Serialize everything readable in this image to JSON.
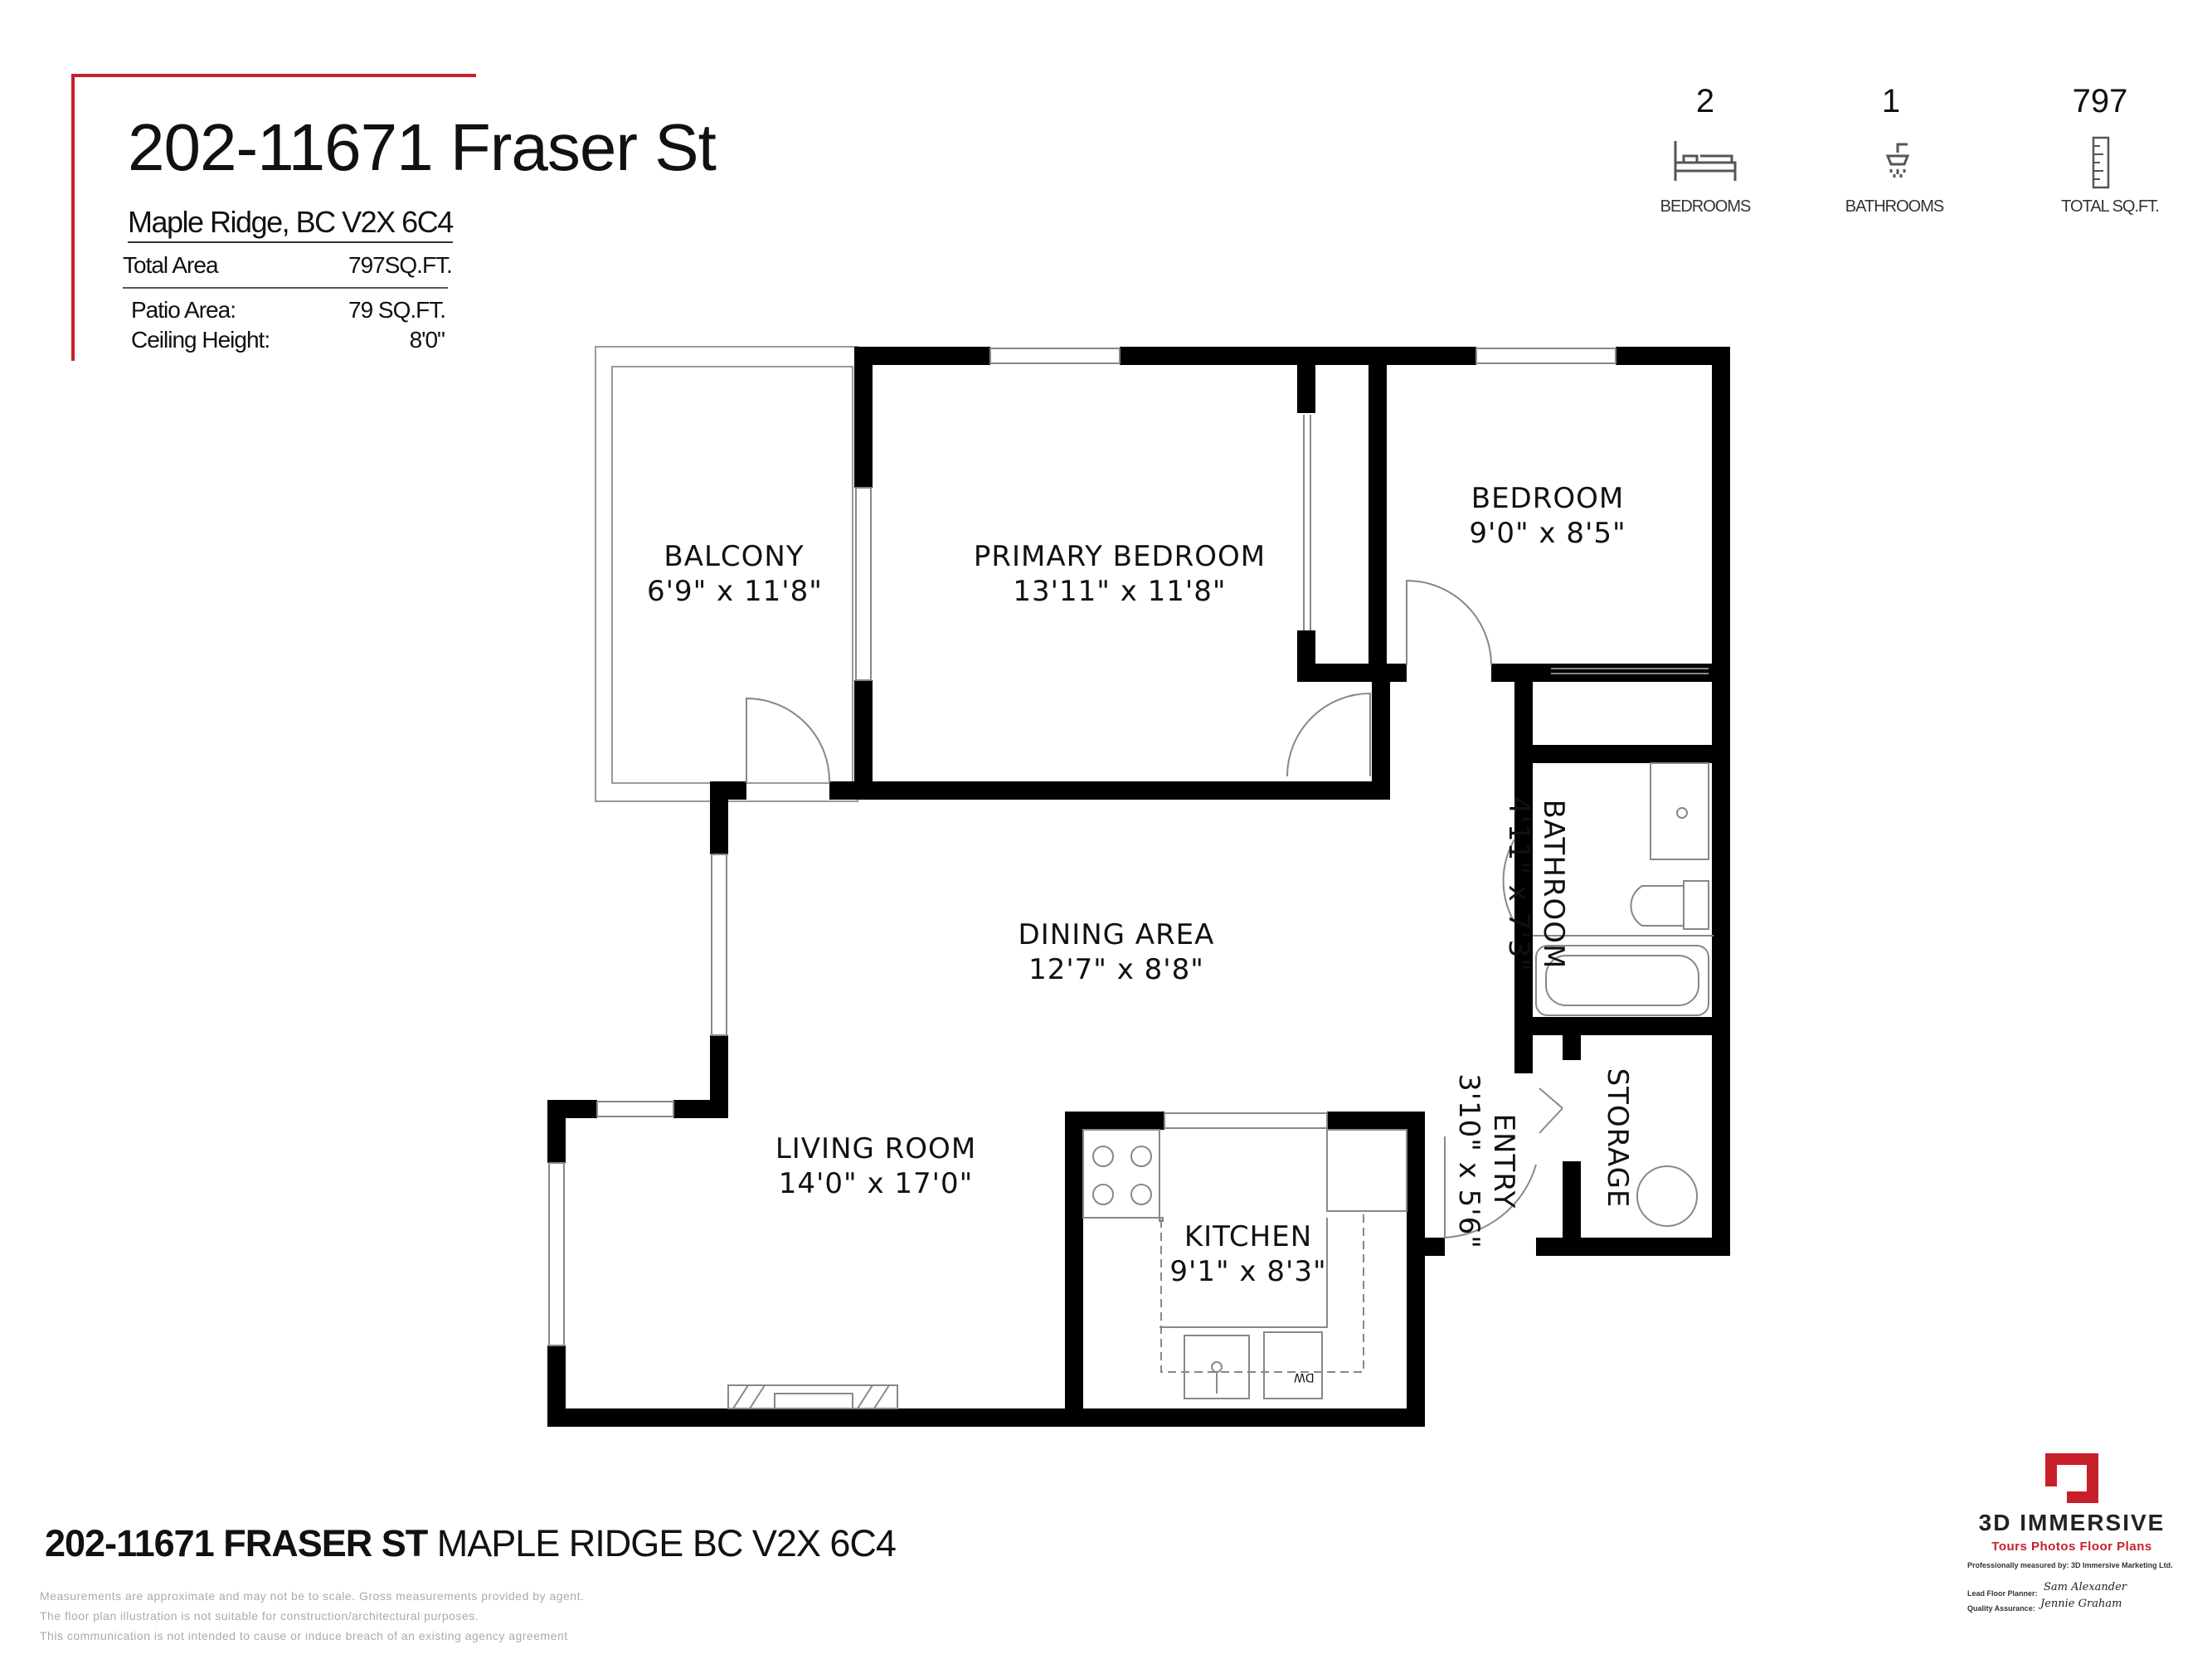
{
  "header": {
    "title": "202-11671 Fraser St",
    "address": "Maple Ridge, BC V2X 6C4",
    "total_area_label": "Total Area",
    "total_area_value": "797SQ.FT.",
    "patio_label": "Patio Area:",
    "patio_value": "79 SQ.FT.",
    "ceiling_label": "Ceiling Height:",
    "ceiling_value": "8'0\""
  },
  "stats": {
    "bedrooms_value": "2",
    "bedrooms_label": "BEDROOMS",
    "bathrooms_value": "1",
    "bathrooms_label": "BATHROOMS",
    "sqft_value": "797",
    "sqft_label": "TOTAL SQ.FT."
  },
  "rooms": {
    "balcony_name": "BALCONY",
    "balcony_dim": "6'9\" x 11'8\"",
    "primary_name": "PRIMARY BEDROOM",
    "primary_dim": "13'11\" x 11'8\"",
    "bedroom_name": "BEDROOM",
    "bedroom_dim": "9'0\" x 8'5\"",
    "bathroom_name": "BATHROOM",
    "bathroom_dim": "4'11\" x 7'3\"",
    "dining_name": "DINING AREA",
    "dining_dim": "12'7\" x 8'8\"",
    "living_name": "LIVING ROOM",
    "living_dim": "14'0\" x 17'0\"",
    "kitchen_name": "KITCHEN",
    "kitchen_dim": "9'1\" x 8'3\"",
    "entry_name": "ENTRY",
    "entry_dim": "3'10\" x 5'6\"",
    "storage_name": "STORAGE",
    "dw_label": "DW"
  },
  "footer": {
    "title_bold": "202-11671 FRASER ST",
    "title_rest": " MAPLE RIDGE BC V2X 6C4",
    "disclaimer_1": "Measurements are approximate and may not be to scale. Gross measurements provided by agent.",
    "disclaimer_2": "The floor plan illustration is not suitable for construction/architectural purposes.",
    "disclaimer_3": "This communication is not intended to cause or induce breach of an existing agency agreement"
  },
  "branding": {
    "company": "3D IMMERSIVE",
    "tagline": "Tours  Photos  Floor Plans",
    "measured_by": "Professionally measured by: 3D Immersive Marketing Ltd.",
    "lead_planner_label": "Lead Floor Planner:",
    "lead_planner_sig": "Sam Alexander",
    "qa_label": "Quality Assurance:",
    "qa_sig": "Jennie Graham"
  },
  "colors": {
    "accent": "#c8202a",
    "wall": "#000000"
  }
}
